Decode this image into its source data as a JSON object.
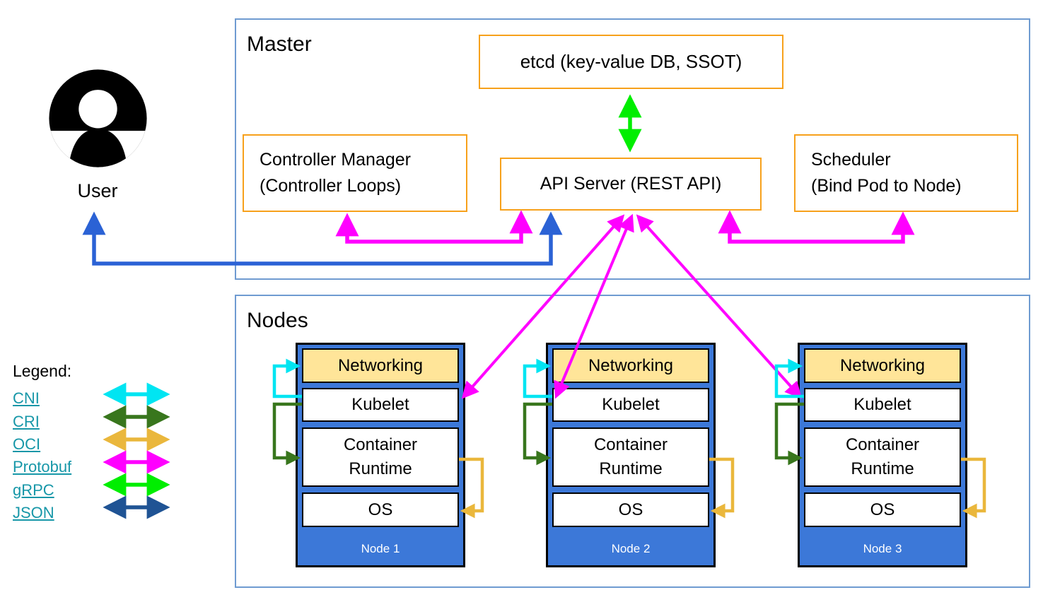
{
  "colors": {
    "orange": "#f7a11b",
    "section": "#6f9bd1",
    "nodeblue": "#3c78d8",
    "tan": "#ffe599",
    "cni": "#00e5f2",
    "cri": "#38761d",
    "oci": "#eab73c",
    "protobuf": "#ff00ff",
    "grpc": "#00ee00",
    "json": "#1f5394",
    "userline": "#2b62d5",
    "link": "#1797a8"
  },
  "user": {
    "label": "User"
  },
  "master": {
    "title": "Master",
    "etcd": "etcd (key-value DB, SSOT)",
    "controller_manager": [
      "Controller Manager",
      "(Controller Loops)"
    ],
    "api_server": "API Server (REST API)",
    "scheduler": [
      "Scheduler",
      "(Bind Pod to Node)"
    ]
  },
  "nodes_section": {
    "title": "Nodes",
    "nodes": [
      {
        "name": "Node 1",
        "layers": {
          "networking": "Networking",
          "kubelet": "Kubelet",
          "runtime": "Container Runtime",
          "os": "OS"
        }
      },
      {
        "name": "Node 2",
        "layers": {
          "networking": "Networking",
          "kubelet": "Kubelet",
          "runtime": "Container Runtime",
          "os": "OS"
        }
      },
      {
        "name": "Node 3",
        "layers": {
          "networking": "Networking",
          "kubelet": "Kubelet",
          "runtime": "Container Runtime",
          "os": "OS"
        }
      }
    ]
  },
  "legend": {
    "title": "Legend:",
    "items": [
      {
        "label": "CNI"
      },
      {
        "label": "CRI"
      },
      {
        "label": "OCI"
      },
      {
        "label": "Protobuf"
      },
      {
        "label": "gRPC"
      },
      {
        "label": "JSON"
      }
    ]
  }
}
